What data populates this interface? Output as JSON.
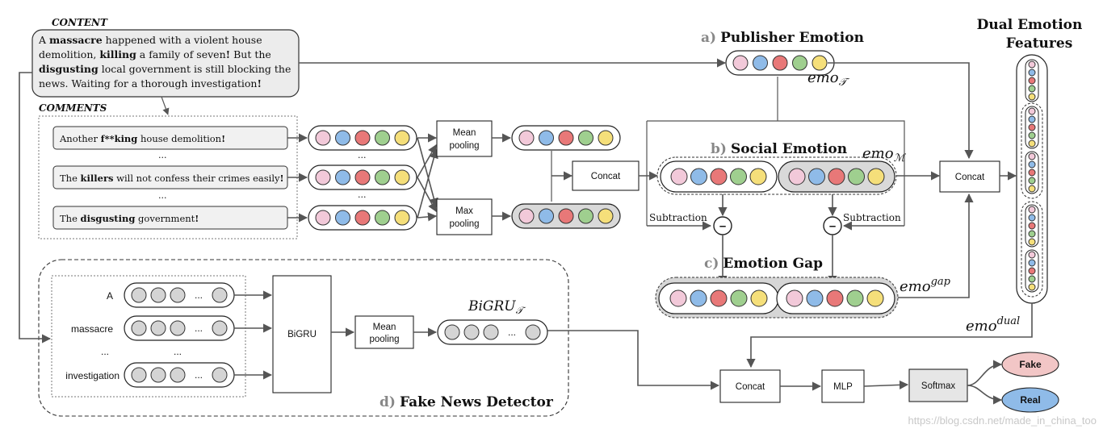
{
  "content": {
    "label": "CONTENT",
    "lines": [
      [
        {
          "t": "A ",
          "b": false
        },
        {
          "t": "massacre",
          "b": true
        },
        {
          "t": " happened with a violent house",
          "b": false
        }
      ],
      [
        {
          "t": "demolition, ",
          "b": false
        },
        {
          "t": "killing",
          "b": true
        },
        {
          "t": " a family of seven",
          "b": false
        },
        {
          "t": "!",
          "b": true
        },
        {
          "t": " But the",
          "b": false
        }
      ],
      [
        {
          "t": "disgusting",
          "b": true
        },
        {
          "t": " local government is still blocking the",
          "b": false
        }
      ],
      [
        {
          "t": "news. Waiting for a thorough investigation",
          "b": false
        },
        {
          "t": "!",
          "b": true
        }
      ]
    ]
  },
  "comments": {
    "label": "COMMENTS",
    "items": [
      [
        {
          "t": "Another ",
          "b": false
        },
        {
          "t": "f**king",
          "b": true
        },
        {
          "t": " house demolition",
          "b": false
        },
        {
          "t": "!",
          "b": true
        }
      ],
      [
        {
          "t": "The ",
          "b": false
        },
        {
          "t": "killers",
          "b": true
        },
        {
          "t": " will not confess their crimes easily",
          "b": false
        },
        {
          "t": "!",
          "b": true
        }
      ],
      [
        {
          "t": "The ",
          "b": false
        },
        {
          "t": "disgusting",
          "b": true
        },
        {
          "t": " government",
          "b": false
        },
        {
          "t": "!",
          "b": true
        }
      ]
    ],
    "ellipsis": "..."
  },
  "boxes": {
    "mean_pooling_l1": "Mean",
    "mean_pooling_l2": "pooling",
    "max_pooling_l1": "Max",
    "max_pooling_l2": "pooling",
    "concat": "Concat",
    "bigru": "BiGRU",
    "mlp": "MLP",
    "softmax": "Softmax",
    "fake": "Fake",
    "real": "Real"
  },
  "sections": {
    "a_letter": "a)",
    "a_title": "Publisher Emotion",
    "b_letter": "b)",
    "b_title": "Social Emotion",
    "c_letter": "c)",
    "c_title": "Emotion Gap",
    "d_letter": "d)",
    "d_title": "Fake News Detector",
    "dual_l1": "Dual Emotion",
    "dual_l2": "Features"
  },
  "math": {
    "emo": "emo",
    "sub_T": "𝒯",
    "sub_M": "ℳ",
    "sup_gap": "gap",
    "sup_dual": "dual",
    "bigru": "BiGRU"
  },
  "labels": {
    "subtraction_left": "Subtraction",
    "subtraction_right": "Subtraction",
    "minus": "–"
  },
  "detector_words": [
    "A",
    "massacre",
    "...",
    "investigation"
  ],
  "dot_ellipsis": "...",
  "colors": {
    "pink": "#f2c9d9",
    "blue": "#8fbbe8",
    "red": "#e87878",
    "green": "#9fcf8f",
    "yellow": "#f5df7a",
    "gray_dot": "#d4d4d4",
    "fake_fill": "#f2c6c6",
    "real_fill": "#8fbbe8"
  },
  "watermark": "https://blog.csdn.net/made_in_china_too"
}
